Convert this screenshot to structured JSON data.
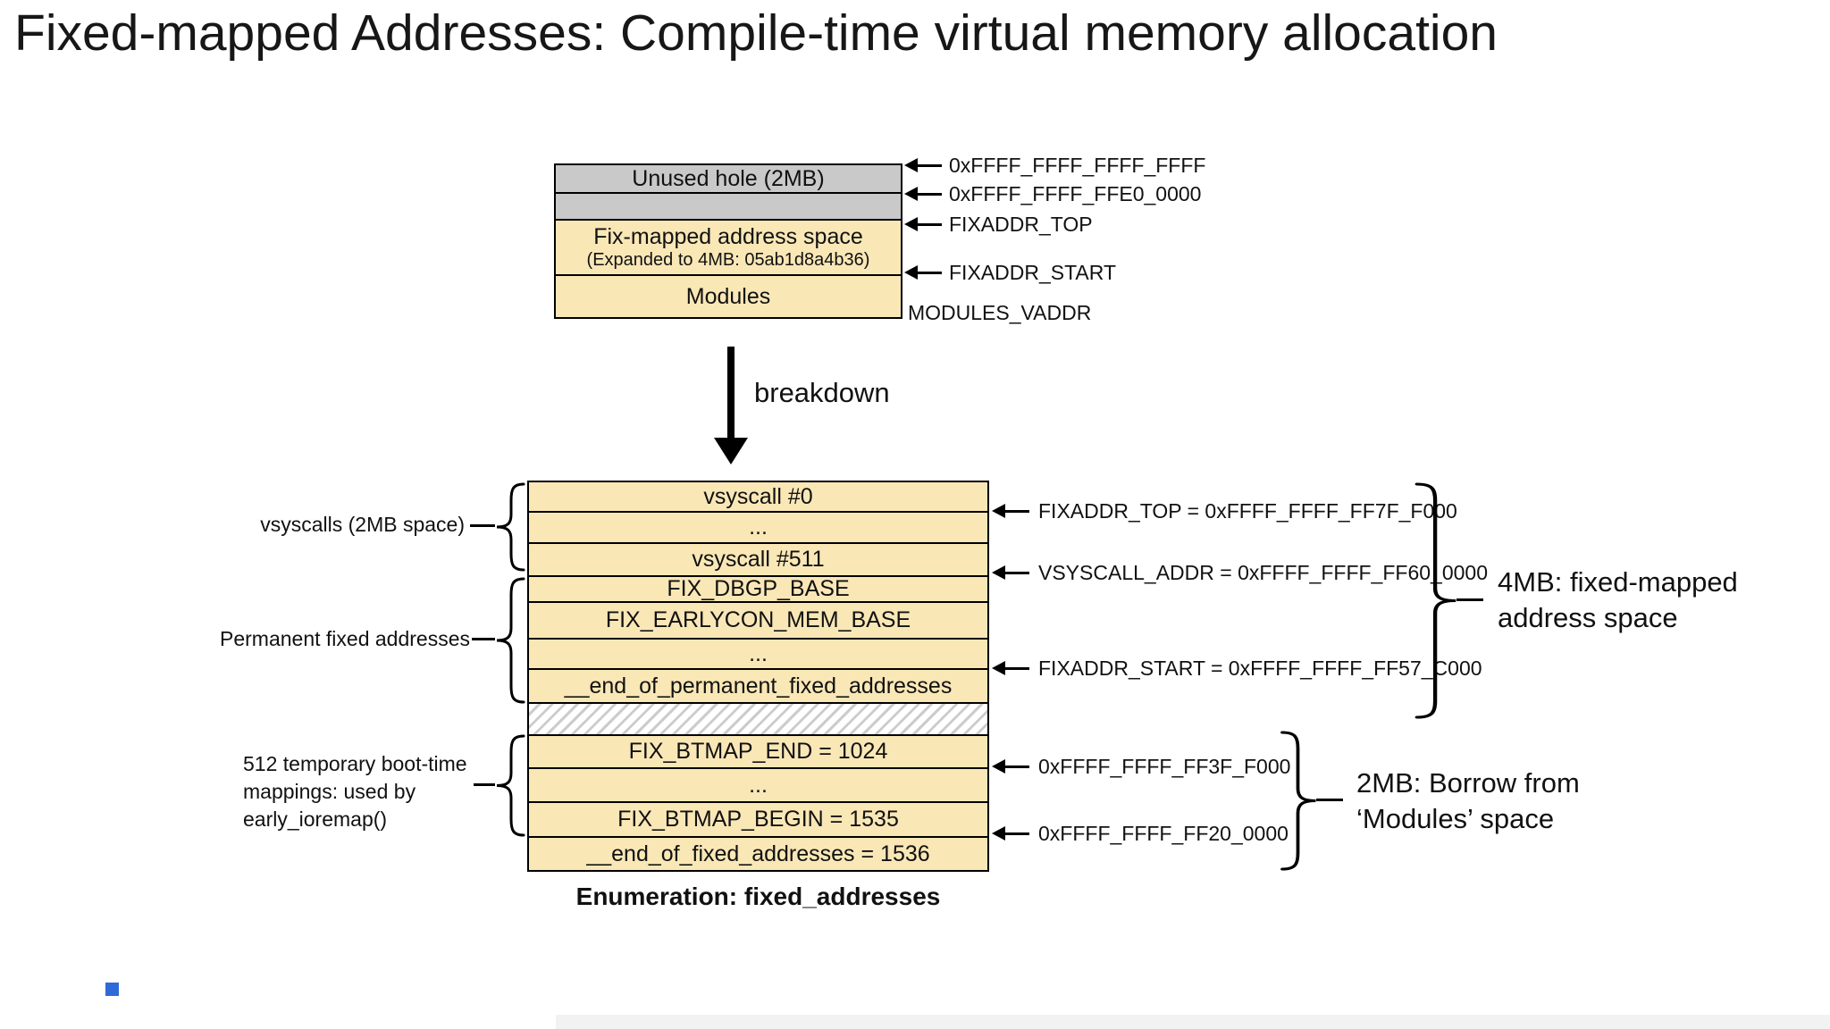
{
  "title": "Fixed-mapped Addresses: Compile-time virtual memory allocation",
  "overview": {
    "rows": [
      {
        "label": "Unused hole (2MB)"
      },
      {
        "label": ""
      },
      {
        "label": "Fix-mapped address space",
        "sub": "(Expanded to 4MB: 05ab1d8a4b36)"
      },
      {
        "label": "Modules"
      }
    ],
    "callouts": [
      {
        "label": "0xFFFF_FFFF_FFFF_FFFF"
      },
      {
        "label": "0xFFFF_FFFF_FFE0_0000"
      },
      {
        "label": "FIXADDR_TOP"
      },
      {
        "label": "FIXADDR_START"
      },
      {
        "label": "MODULES_VADDR"
      }
    ]
  },
  "breakdown": {
    "label": "breakdown"
  },
  "detail": {
    "rows": [
      {
        "label": "vsyscall #0"
      },
      {
        "label": "..."
      },
      {
        "label": "vsyscall #511"
      },
      {
        "label": "FIX_DBGP_BASE"
      },
      {
        "label": "FIX_EARLYCON_MEM_BASE"
      },
      {
        "label": "..."
      },
      {
        "label": "__end_of_permanent_fixed_addresses"
      },
      {
        "label": ""
      },
      {
        "label": "FIX_BTMAP_END = 1024"
      },
      {
        "label": "..."
      },
      {
        "label": "FIX_BTMAP_BEGIN = 1535"
      },
      {
        "label": "__end_of_fixed_addresses = 1536"
      }
    ],
    "callouts": [
      {
        "label": "FIXADDR_TOP = 0xFFFF_FFFF_FF7F_F000"
      },
      {
        "label": "VSYSCALL_ADDR = 0xFFFF_FFFF_FF60_0000"
      },
      {
        "label": "FIXADDR_START = 0xFFFF_FFFF_FF57_C000"
      },
      {
        "label": "0xFFFF_FFFF_FF3F_F000"
      },
      {
        "label": "0xFFFF_FFFF_FF20_0000"
      }
    ],
    "left_annotations": [
      {
        "label": "vsyscalls (2MB space)"
      },
      {
        "label": "Permanent fixed addresses"
      },
      {
        "label": "512 temporary boot-time mappings: used by early_ioremap()"
      }
    ],
    "right_annotations": [
      {
        "label": "4MB: fixed-mapped address space"
      },
      {
        "label": "2MB: Borrow from ‘Modules’ space"
      }
    ],
    "caption": "Enumeration: fixed_addresses"
  },
  "colors": {
    "box_fill": "#F9E7B6",
    "gray_fill": "#C9C9C9",
    "border": "#000000",
    "accent_blue": "#2E6BD8"
  }
}
